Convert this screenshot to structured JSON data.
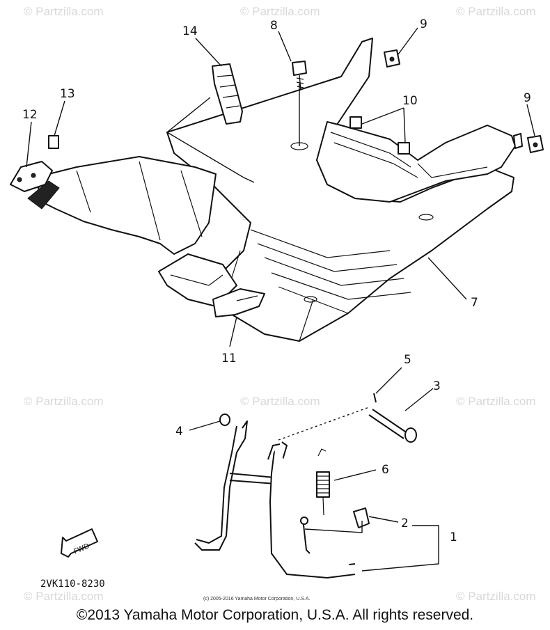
{
  "watermark": "© Partzilla.com",
  "callouts": {
    "c1": "1",
    "c2": "2",
    "c3": "3",
    "c4": "4",
    "c5": "5",
    "c6": "6",
    "c7": "7",
    "c8": "8",
    "c9a": "9",
    "c9b": "9",
    "c10": "10",
    "c11": "11",
    "c12": "12",
    "c13": "13",
    "c14": "14"
  },
  "fwd_label": "FWD",
  "diagram_code": "2VK110-8230",
  "small_notice": "(c) 2005-2016 Yamaha Motor Corporation, U.S.A.",
  "copyright": "©2013 Yamaha Motor Corporation, U.S.A. All rights reserved."
}
